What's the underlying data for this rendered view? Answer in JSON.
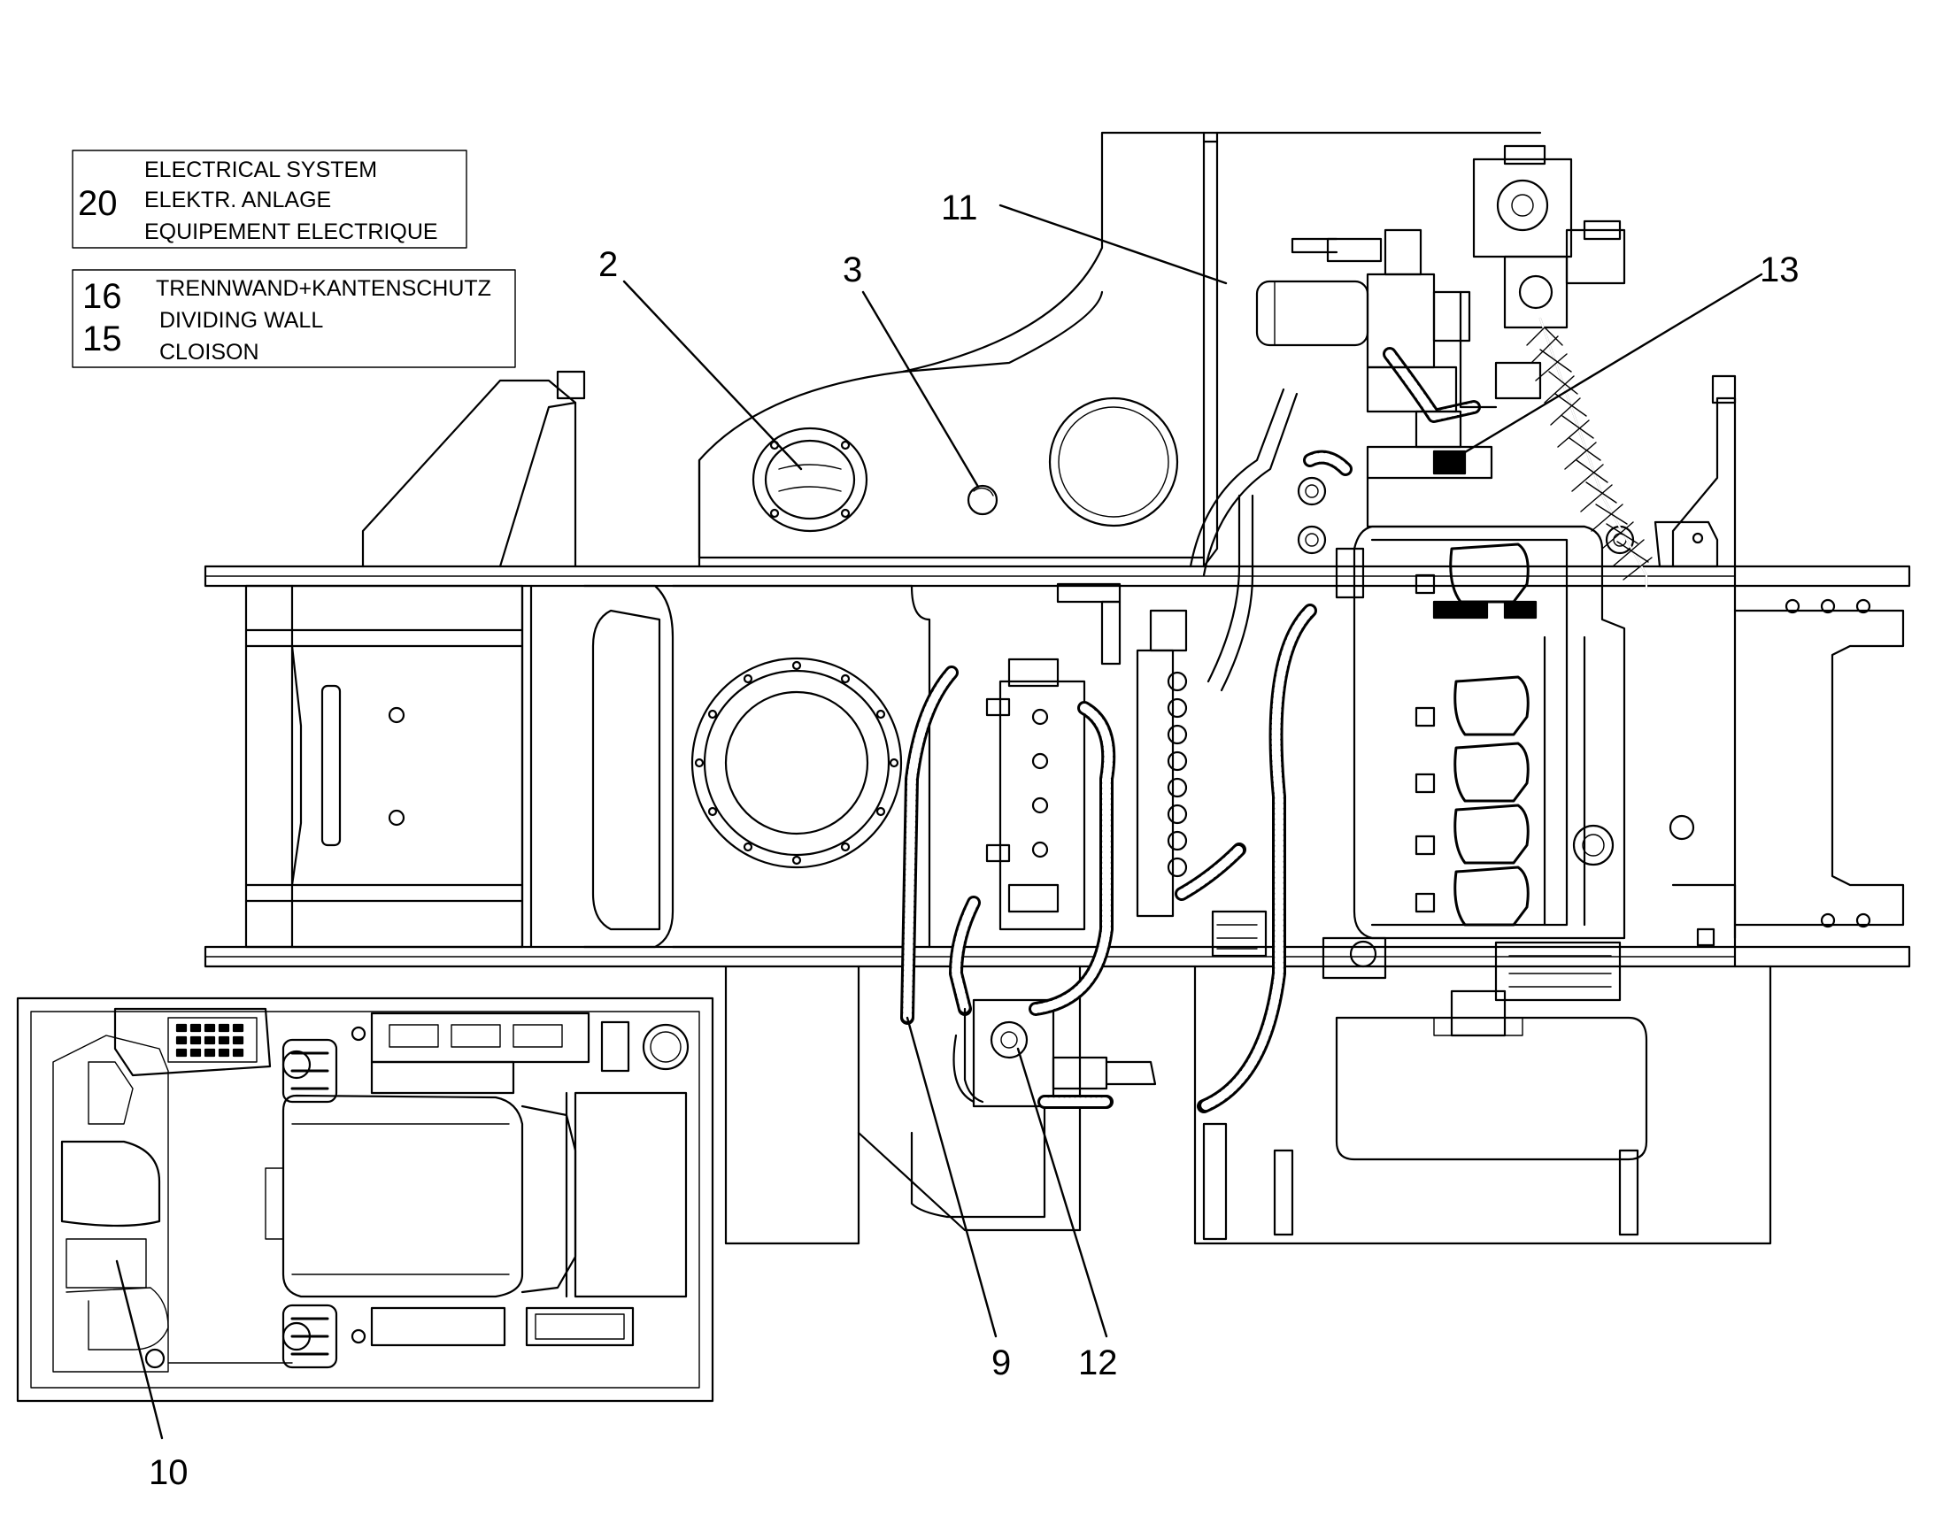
{
  "legend": {
    "group_electrical": {
      "number": "20",
      "lines": [
        "ELECTRICAL SYSTEM",
        "ELEKTR. ANLAGE",
        "EQUIPEMENT ELECTRIQUE"
      ]
    },
    "group_dividing": {
      "numbers": [
        "16",
        "15"
      ],
      "lines": [
        "TRENNWAND+KANTENSCHUTZ",
        "DIVIDING WALL",
        "CLOISON"
      ]
    }
  },
  "callouts": {
    "c2": "2",
    "c3": "3",
    "c9": "9",
    "c10": "10",
    "c11": "11",
    "c12": "12",
    "c13": "13"
  }
}
